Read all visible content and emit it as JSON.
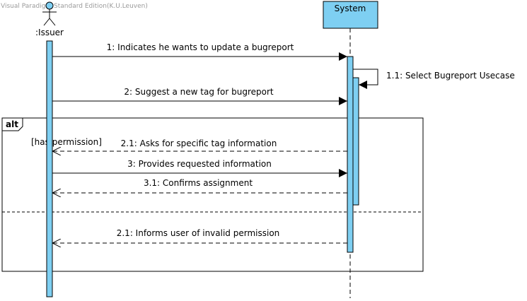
{
  "watermark": "Visual Paradigm Standard Edition(K.U.Leuven)",
  "lifelines": {
    "issuer": ":Issuer",
    "system": "System"
  },
  "messages": [
    {
      "label": "1: Indicates he wants to update a bugreport"
    },
    {
      "label": "1.1:  Select Bugreport Usecase"
    },
    {
      "label": "2: Suggest a new tag for bugreport"
    },
    {
      "label": "2.1: Asks for specific tag information"
    },
    {
      "label": "3: Provides requested information"
    },
    {
      "label": "3.1: Confirms assignment"
    },
    {
      "label": "2.1: Informs user of invalid permission"
    }
  ],
  "fragment": {
    "operator": "alt",
    "guard": "[has permission]"
  },
  "colors": {
    "activation": "#7ecff2",
    "system_box": "#7ecff2",
    "actor_head": "#7ecff2"
  }
}
